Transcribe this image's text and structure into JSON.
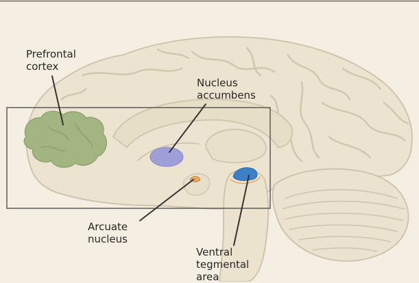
{
  "labels": {
    "prefrontal": [
      "Prefrontal",
      "cortex"
    ],
    "nucleus_accumbens": [
      "Nucleus",
      "accumbens"
    ],
    "arcuate": [
      "Arcuate",
      "nucleus"
    ],
    "vta": [
      "Ventral",
      "tegmental",
      "area"
    ]
  },
  "colors": {
    "background": "#f4efe2",
    "brain_fill": "#ece4d0",
    "brain_outline": "#cfc4ac",
    "prefrontal_cortex": "#a3b682",
    "nucleus_accumbens": "#9e9fd8",
    "vta": "#3c7fc4",
    "arcuate": "#e3a65a",
    "frame": "#5a5a5a"
  }
}
